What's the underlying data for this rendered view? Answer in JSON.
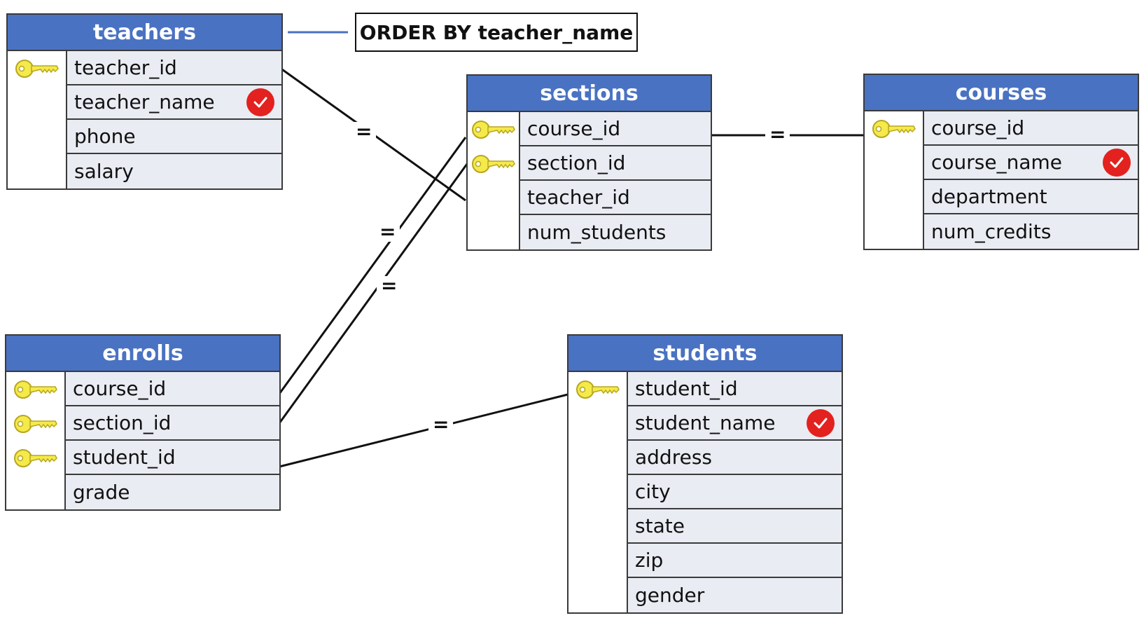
{
  "note": {
    "text": "ORDER BY teacher_name"
  },
  "join_symbol": "=",
  "colors": {
    "header": "#4a72c2",
    "field_bg": "#e9ecf3",
    "key": "#f4ea4a",
    "check": "#e3211f",
    "note_line": "#4a72c2"
  },
  "tables": {
    "teachers": {
      "name": "teachers",
      "fields": [
        {
          "label": "teacher_id",
          "key": true,
          "checked": false
        },
        {
          "label": "teacher_name",
          "key": false,
          "checked": true
        },
        {
          "label": "phone",
          "key": false,
          "checked": false
        },
        {
          "label": "salary",
          "key": false,
          "checked": false
        }
      ]
    },
    "sections": {
      "name": "sections",
      "fields": [
        {
          "label": "course_id",
          "key": true,
          "checked": false
        },
        {
          "label": "section_id",
          "key": true,
          "checked": false
        },
        {
          "label": "teacher_id",
          "key": false,
          "checked": false
        },
        {
          "label": "num_students",
          "key": false,
          "checked": false
        }
      ]
    },
    "courses": {
      "name": "courses",
      "fields": [
        {
          "label": "course_id",
          "key": true,
          "checked": false
        },
        {
          "label": "course_name",
          "key": false,
          "checked": true
        },
        {
          "label": "department",
          "key": false,
          "checked": false
        },
        {
          "label": "num_credits",
          "key": false,
          "checked": false
        }
      ]
    },
    "enrolls": {
      "name": "enrolls",
      "fields": [
        {
          "label": "course_id",
          "key": true,
          "checked": false
        },
        {
          "label": "section_id",
          "key": true,
          "checked": false
        },
        {
          "label": "student_id",
          "key": true,
          "checked": false
        },
        {
          "label": "grade",
          "key": false,
          "checked": false
        }
      ]
    },
    "students": {
      "name": "students",
      "fields": [
        {
          "label": "student_id",
          "key": true,
          "checked": false
        },
        {
          "label": "student_name",
          "key": false,
          "checked": true
        },
        {
          "label": "address",
          "key": false,
          "checked": false
        },
        {
          "label": "city",
          "key": false,
          "checked": false
        },
        {
          "label": "state",
          "key": false,
          "checked": false
        },
        {
          "label": "zip",
          "key": false,
          "checked": false
        },
        {
          "label": "gender",
          "key": false,
          "checked": false
        }
      ]
    }
  },
  "joins": [
    {
      "from": "teachers.teacher_id",
      "to": "sections.teacher_id",
      "symbol": "="
    },
    {
      "from": "sections.course_id",
      "to": "courses.course_id",
      "symbol": "="
    },
    {
      "from": "enrolls.course_id",
      "to": "sections.course_id",
      "symbol": "="
    },
    {
      "from": "enrolls.section_id",
      "to": "sections.section_id",
      "symbol": "="
    },
    {
      "from": "enrolls.student_id",
      "to": "students.student_id",
      "symbol": "="
    }
  ]
}
